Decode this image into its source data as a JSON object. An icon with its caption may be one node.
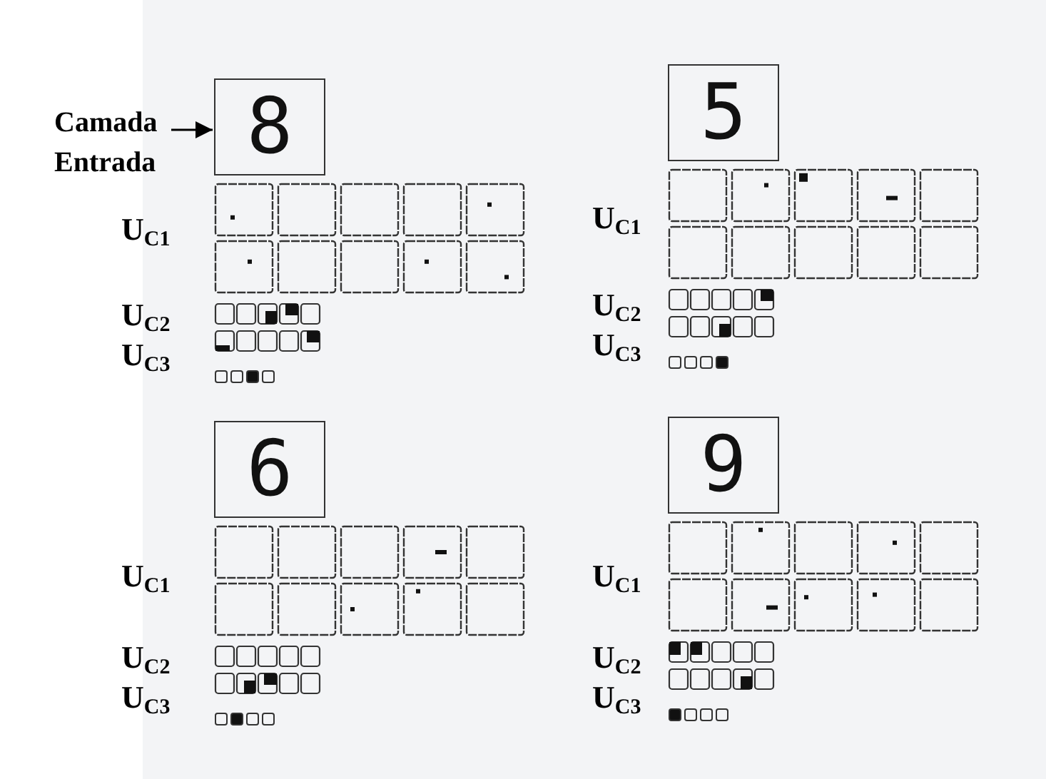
{
  "diagram": {
    "nodes": [
      {
        "text": [
          "Camada Entrada"
        ]
      },
      {
        "text": [
          "8"
        ]
      },
      {
        "text": [
          "5"
        ]
      },
      {
        "text": [
          "6"
        ]
      },
      {
        "text": [
          "9"
        ]
      }
    ],
    "edges": [
      {
        "from": 0,
        "to": 1,
        "arrow": "to"
      }
    ],
    "labels": [
      "U$_{C1}$",
      "U$_{C1}$",
      "U$_{C2}$",
      "U$_{C2}$",
      "U$_{C3}$",
      "U$_{C3}$",
      "U$_{C1}$",
      "U$_{C1}$",
      "U$_{C2}$",
      "U$_{C2}$",
      "U$_{C3}$",
      "U$_{C3}$"
    ]
  }
}
